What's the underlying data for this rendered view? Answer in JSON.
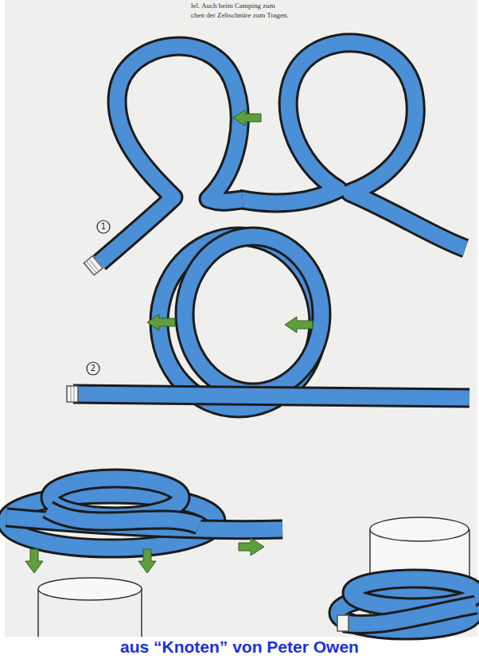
{
  "diagram": {
    "caption": "aus “Knoten” von Peter Owen",
    "labels": [
      "lel. Auch beim Camping zum",
      "chen der Zeltschnüre zum Tragen.",
      "1",
      "2"
    ]
  }
}
